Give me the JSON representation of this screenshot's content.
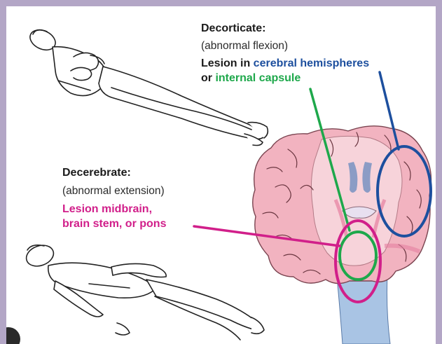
{
  "decorticate": {
    "heading": "Decorticate:",
    "description": "(abnormal flexion)",
    "lesion_prefix": "Lesion in ",
    "lesion_site_1": "cerebral hemispheres",
    "lesion_connector": "or ",
    "lesion_site_2": "internal capsule"
  },
  "decerebrate": {
    "heading": "Decerebrate:",
    "description": "(abnormal extension)",
    "lesion_line_1": "Lesion midbrain,",
    "lesion_line_2": "brain stem, or pons"
  },
  "colors": {
    "frame": "#b3a6c6",
    "cerebral_hemispheres": "#1d4f9e",
    "internal_capsule": "#1ea84b",
    "midbrain_pons": "#d11f8a",
    "brain_tissue": "#f2b3c0",
    "brainstem": "#a9c4e4"
  },
  "icons": [
    "supine-figure-flexion",
    "supine-figure-extension",
    "brain-coronal-section"
  ]
}
